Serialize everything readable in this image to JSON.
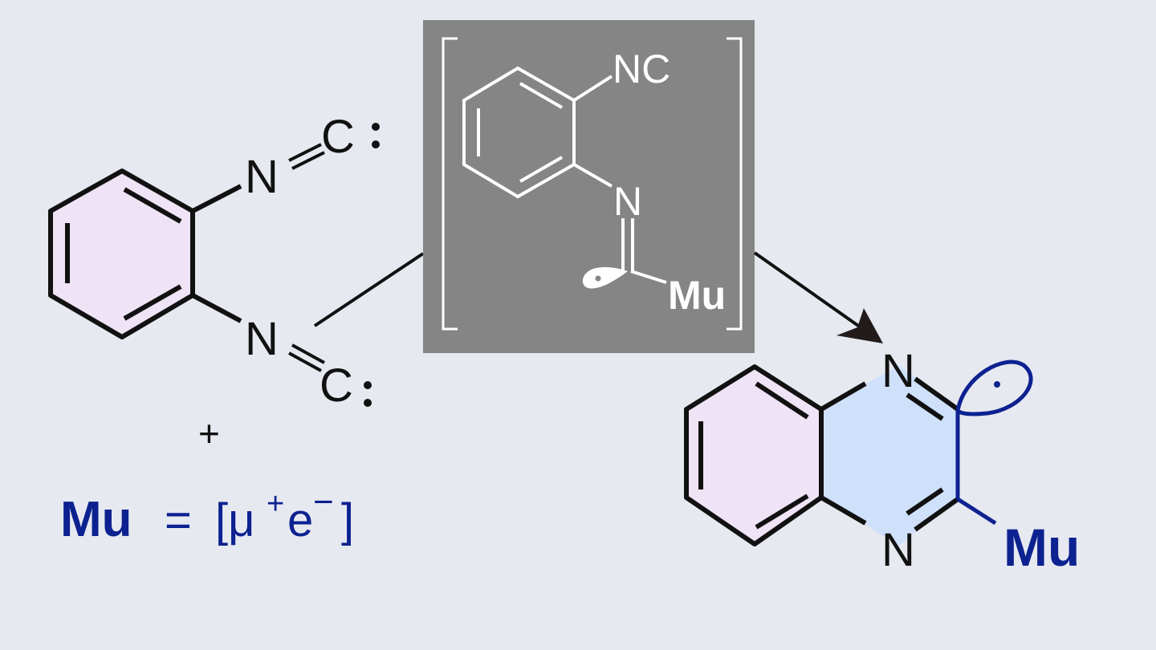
{
  "reactant": {
    "atom_n1": "N",
    "atom_c1": "C",
    "atom_n2": "N",
    "atom_c2": "C",
    "plus": "+"
  },
  "definition": {
    "symbol": "Mu",
    "equals": "=",
    "open": "[μ",
    "plus_sup": "+",
    "e": "e",
    "minus_sup": "−",
    "close": "]"
  },
  "intermediate": {
    "nc_label": "NC",
    "n_label": "N",
    "mu_label": "Mu"
  },
  "product": {
    "n_top": "N",
    "n_bottom": "N",
    "mu_label": "Mu"
  },
  "colors": {
    "background": "#e7e9f1",
    "box": "#858585",
    "mu_blue": "#0d2290",
    "ring_pink": "#efe3f6",
    "ring_blue": "#cfe0fb"
  }
}
